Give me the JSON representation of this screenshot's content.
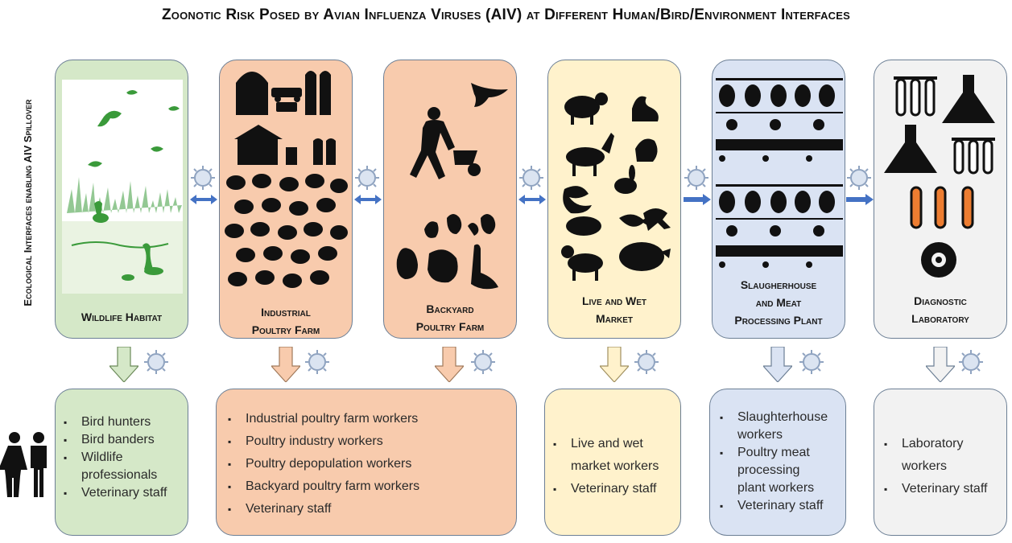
{
  "title": "Zoonotic Risk Posed by Avian Influenza Viruses (AIV) at Different Human/Bird/Environment Interfaces",
  "side_label": "Ecological Interfaces enabling AIV Spillover",
  "interfaces": [
    {
      "label_lines": [
        "Wildlife Habitat"
      ],
      "color": "#d5e8c8"
    },
    {
      "label_lines": [
        "Industrial",
        "Poultry Farm"
      ],
      "color": "#f8cbad"
    },
    {
      "label_lines": [
        "Backyard",
        "Poultry Farm"
      ],
      "color": "#f8cbad"
    },
    {
      "label_lines": [
        "Live and Wet",
        "Market"
      ],
      "color": "#fff2cc"
    },
    {
      "label_lines": [
        "Slaugherhouse",
        "and Meat",
        "Processing Plant"
      ],
      "color": "#dae3f3"
    },
    {
      "label_lines": [
        "Diagnostic",
        "Laboratory"
      ],
      "color": "#f2f2f2"
    }
  ],
  "occupations": [
    {
      "items": [
        [
          "Bird hunters"
        ],
        [
          "Bird banders"
        ],
        [
          "Wildlife",
          "professionals"
        ],
        [
          "Veterinary staff"
        ]
      ]
    },
    {
      "items": [
        [
          "Industrial poultry farm workers"
        ],
        [
          "Poultry industry workers"
        ],
        [
          "Poultry depopulation workers"
        ],
        [
          "Backyard poultry farm workers"
        ],
        [
          "Veterinary staff"
        ]
      ]
    },
    {
      "items": [
        [
          "Live and wet",
          "market workers"
        ],
        [
          "Veterinary staff"
        ]
      ]
    },
    {
      "items": [
        [
          "Slaughterhouse",
          "workers"
        ],
        [
          "Poultry meat",
          "processing",
          "plant workers"
        ],
        [
          "Veterinary staff"
        ]
      ]
    },
    {
      "items": [
        [
          "Laboratory",
          "workers"
        ],
        [
          "Veterinary staff"
        ]
      ]
    }
  ],
  "colors": {
    "green": "#d5e8c8",
    "peach": "#f8cbad",
    "yellow": "#fff2cc",
    "blue": "#dae3f3",
    "grey": "#f2f2f2",
    "arrow_blue": "#4472c4",
    "card_border": "#6c7f95",
    "orange_liquid": "#ed7d31"
  },
  "icons": [
    "virus-icon",
    "double-arrow-icon",
    "down-arrow-icon",
    "people-icon",
    "biohazard-icon",
    "flask-icon",
    "test-tube-icon"
  ]
}
